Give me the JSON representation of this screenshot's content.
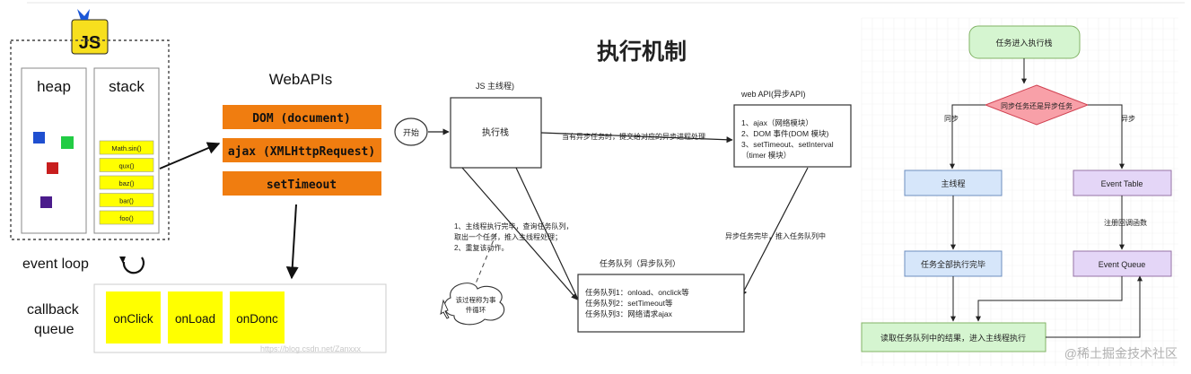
{
  "panel1": {
    "logo": "JS",
    "heap_label": "heap",
    "stack_label": "stack",
    "stack_frames": [
      "Math.sin()",
      "qux()",
      "baz()",
      "bar()",
      "foo()"
    ],
    "event_loop_label": "event loop",
    "callback_queue_line1": "callback",
    "callback_queue_line2": "queue",
    "callbacks": [
      "onClick",
      "onLoad",
      "onDonc"
    ],
    "webapis_title": "WebAPIs",
    "webapis": [
      "DOM (document)",
      "ajax (XMLHttpRequest)",
      "setTimeout"
    ],
    "watermark": "https://blog.csdn.net/Zanxxx",
    "colors": {
      "webapi_fill": "#f07d10",
      "callback_fill": "#ffff00",
      "heap_blue": "#1f4fd0",
      "heap_green": "#22cc44",
      "heap_red": "#c81e1e",
      "heap_purple": "#4b1c8c"
    }
  },
  "panel2": {
    "title": "执行机制",
    "main_thread_label": "JS 主线程)",
    "start": "开始",
    "exec_stack": "执行栈",
    "webapi_header": "web API(异步API)",
    "webapi_lines": [
      "1、ajax（网络模块）",
      "2、DOM 事件(DOM 模块)",
      "3、setTimeout、setInterval",
      "（timer 模块）"
    ],
    "edge_to_webapi": "当有异步任务时，提交给对应的异步进程处理",
    "edge_to_queue": "异步任务完毕，推入任务队列中",
    "note_lines": [
      "1、主线程执行完毕，查询任务队列，",
      "取出一个任务，推入主线程处理；",
      "2、重复该动作。"
    ],
    "cloud_lines": [
      "该过程称为事",
      "件循环"
    ],
    "queue_title": "任务队列（异步队列）",
    "queue_lines": [
      "任务队列1：onload、onclick等",
      "任务队列2：setTimeout等",
      "任务队列3：网络请求ajax"
    ]
  },
  "panel3": {
    "start": "任务进入执行栈",
    "decision": "同步任务还是异步任务",
    "sync_label": "同步",
    "async_label": "异步",
    "main_thread": "主线程",
    "event_table": "Event Table",
    "register_label": "注册回调函数",
    "all_done": "任务全部执行完毕",
    "event_queue": "Event Queue",
    "read_queue": "读取任务队列中的结果，进入主线程执行",
    "watermark": "@稀土掘金技术社区",
    "colors": {
      "green": "#d5f5d0",
      "green_stroke": "#82b366",
      "red": "#f8a0a8",
      "red_stroke": "#d04050",
      "blue": "#d6e6fa",
      "blue_stroke": "#6c8ebf",
      "purple": "#e4d6f7",
      "purple_stroke": "#9673a6"
    }
  }
}
